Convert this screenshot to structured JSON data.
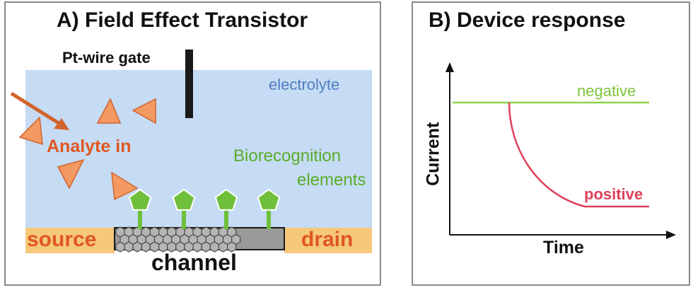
{
  "panel_a": {
    "title": "A) Field Effect Transistor",
    "gate_label": "Pt-wire gate",
    "electrolyte_label": "electrolyte",
    "analyte_label": "Analyte in",
    "biorecognition_label_1": "Biorecognition",
    "biorecognition_label_2": "elements",
    "source_label": "source",
    "drain_label": "drain",
    "channel_label": "channel"
  },
  "panel_b": {
    "title": "B) Device response",
    "ylabel": "Current",
    "xlabel": "Time",
    "negative_label": "negative",
    "positive_label": "positive"
  },
  "colors": {
    "electrolyte": "#c6dbf4",
    "electrolyte_text": "#4f7fc0",
    "contact": "#f6c87a",
    "contact_text": "#e0571f",
    "analyte": "#f39a63",
    "analyte_stroke": "#d2632a",
    "bio": "#6fbf3a",
    "negative_line": "#8fd24a",
    "positive_line": "#e0405a"
  }
}
